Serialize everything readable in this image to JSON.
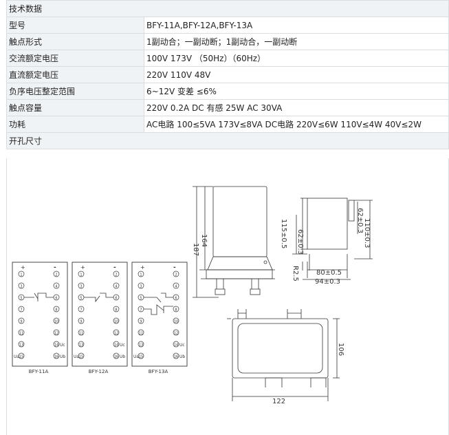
{
  "spec_table": {
    "title": "技术数据",
    "rows": [
      {
        "label": "型号",
        "value": "BFY-11A,BFY-12A,BFY-13A"
      },
      {
        "label": "触点形式",
        "value": "1副动合；一副动断；1副动合，一副动断"
      },
      {
        "label": "交流额定电压",
        "value": "100V 173V （50Hz）（60Hz）"
      },
      {
        "label": "直流额定电压",
        "value": "220V 110V 48V"
      },
      {
        "label": "负序电压整定范围",
        "value": "6~12V 变差 ≤6%"
      },
      {
        "label": "触点容量",
        "value": "220V 0.2A DC 有感 25W AC 30VA"
      },
      {
        "label": "功耗",
        "value": "AC电路 100≤5VA 173V≤8VA DC电路 220V≤6W 110V≤4W 40V≤2W"
      }
    ],
    "section_title": "开孔尺寸"
  },
  "drawing": {
    "wiring": {
      "plus": "+",
      "minus": "-",
      "left_terms": [
        "1",
        "3",
        "5",
        "7",
        "9",
        "11",
        "13",
        "15"
      ],
      "right_terms": [
        "2",
        "4",
        "6",
        "8",
        "10",
        "12",
        "14",
        "16"
      ],
      "uc": "Uc",
      "ua": "Ua",
      "ub": "Ub",
      "panels": [
        "BFY-11A",
        "BFY-12A",
        "BFY-13A"
      ]
    },
    "dims": {
      "d187": "187",
      "d164": "164",
      "d115": "115±0.5",
      "d62a": "62±0.3",
      "d62b": "62±0.3",
      "d110": "110±0.3",
      "d80": "80±0.5",
      "d94": "94±0.3",
      "d25": "R2.5",
      "d106": "106",
      "d122": "122"
    }
  }
}
